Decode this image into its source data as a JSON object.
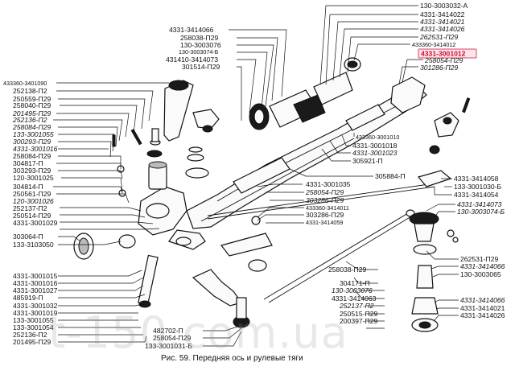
{
  "caption": "Рис. 59. Передняя ось и рулевые тяги",
  "watermark": "t-150.com.ua",
  "highlight_part": "4331-3001012",
  "labels": {
    "l1": "130-3003032-А",
    "l2": "4331-3414022",
    "l3": "4331-3414021",
    "l4": "4331-3414026",
    "l5": "262531-П29",
    "l6": "433360-3414012",
    "l7": "4331-3001012",
    "l8": "258054-П29",
    "l9": "301286-П29",
    "l10": "4331-3414066",
    "l11": "258038-П29",
    "l12": "130-3003076",
    "l13": "130-3003074-Б",
    "l14": "431410-3414073",
    "l15": "301514-П29",
    "l16": "433360-3401090",
    "l17": "252138-П2",
    "l18": "250559-П29",
    "l19": "258040-П29",
    "l20": "201495-П29",
    "l21": "252136-П2",
    "l22": "258084-П29",
    "l23": "133-3001055",
    "l24": "300293-П29",
    "l25": "4331-3001016",
    "l26": "258084-П29",
    "l27": "304817-П",
    "l28": "303293-П29",
    "l29": "120-3001025",
    "l30": "304814-П",
    "l31": "250561-П29",
    "l32": "120-3001026",
    "l33": "252137-П2",
    "l34": "250514-П29",
    "l35": "4331-3001029",
    "l36": "303064-П",
    "l37": "133-3103050",
    "l38": "433360-3001010",
    "l39": "4331-3001018",
    "l40": "4331-3001023",
    "l41": "305921-П",
    "l42": "305884-П",
    "l43": "4331-3001035",
    "l44": "258054-П29",
    "l45": "303286-П29",
    "l46": "433360-3414011",
    "l47": "303286-П29",
    "l48": "4331-3414059",
    "l49": "4331-3414058",
    "l50": "133-3001030-Б",
    "l51": "4331-3414054",
    "l52": "4331-3414073",
    "l53": "130-3003074-Б",
    "l54": "4331-3001015",
    "l55": "4331-3001016",
    "l56": "4331-3001027",
    "l57": "485919-П",
    "l58": "4331-3001032",
    "l59": "4331-3001019",
    "l60": "133-3001055",
    "l61": "133-3001054",
    "l62": "252136-П2",
    "l63": "201495-П29",
    "l64": "258038-П29",
    "l65": "304171-П",
    "l66": "130-3003076",
    "l67": "4331-3414063",
    "l68": "252137-П2",
    "l69": "250515-П29",
    "l70": "200397-П29",
    "l71": "482702-П",
    "l72": "258054-П29",
    "l73": "133-3001031-Б",
    "l74": "262531-П29",
    "l75": "4331-3414066",
    "l76": "130-3003065",
    "l77": "4331-3414066",
    "l78": "4331-3414021",
    "l79": "4331-3414026"
  }
}
